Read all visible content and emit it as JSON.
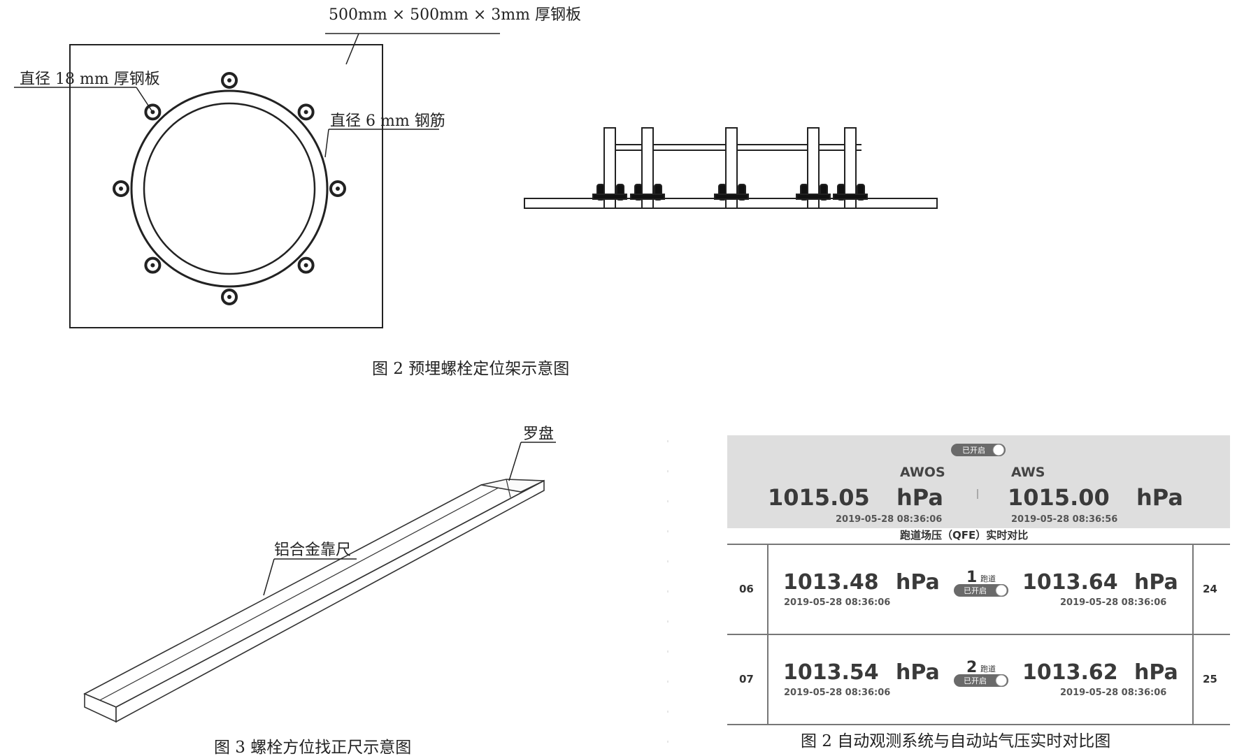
{
  "fig_top": {
    "plate_label": "500mm × 500mm × 3mm 厚钢板",
    "bolt_label": "直径 18 mm 厚钢板",
    "rebar_label": "直径 6 mm 钢筋",
    "caption": "图 2 预埋螺栓定位架示意图"
  },
  "fig_ruler": {
    "compass_label": "罗盘",
    "ruler_label": "铝合金靠尺",
    "caption": "图 3 螺栓方位找正尺示意图"
  },
  "fig_pressure": {
    "top_toggle": "已开启",
    "awos": {
      "label": "AWOS",
      "value": "1015.05",
      "unit": "hPa",
      "time": "2019-05-28 08:36:06"
    },
    "aws": {
      "label": "AWS",
      "value": "1015.00",
      "unit": "hPa",
      "time": "2019-05-28 08:36:56"
    },
    "subtitle": "跑道场压（QFE）实时对比",
    "runways": [
      {
        "left_id": "06",
        "left_value": "1013.48",
        "left_unit": "hPa",
        "left_time": "2019-05-28 08:36:06",
        "num": "1",
        "num_label": "跑道",
        "toggle": "已开启",
        "right_value": "1013.64",
        "right_unit": "hPa",
        "right_time": "2019-05-28 08:36:06",
        "right_id": "24"
      },
      {
        "left_id": "07",
        "left_value": "1013.54",
        "left_unit": "hPa",
        "left_time": "2019-05-28 08:36:06",
        "num": "2",
        "num_label": "跑道",
        "toggle": "已开启",
        "right_value": "1013.62",
        "right_unit": "hPa",
        "right_time": "2019-05-28 08:36:06",
        "right_id": "25"
      }
    ],
    "caption": "图 2 自动观测系统与自动站气压实时对比图"
  }
}
